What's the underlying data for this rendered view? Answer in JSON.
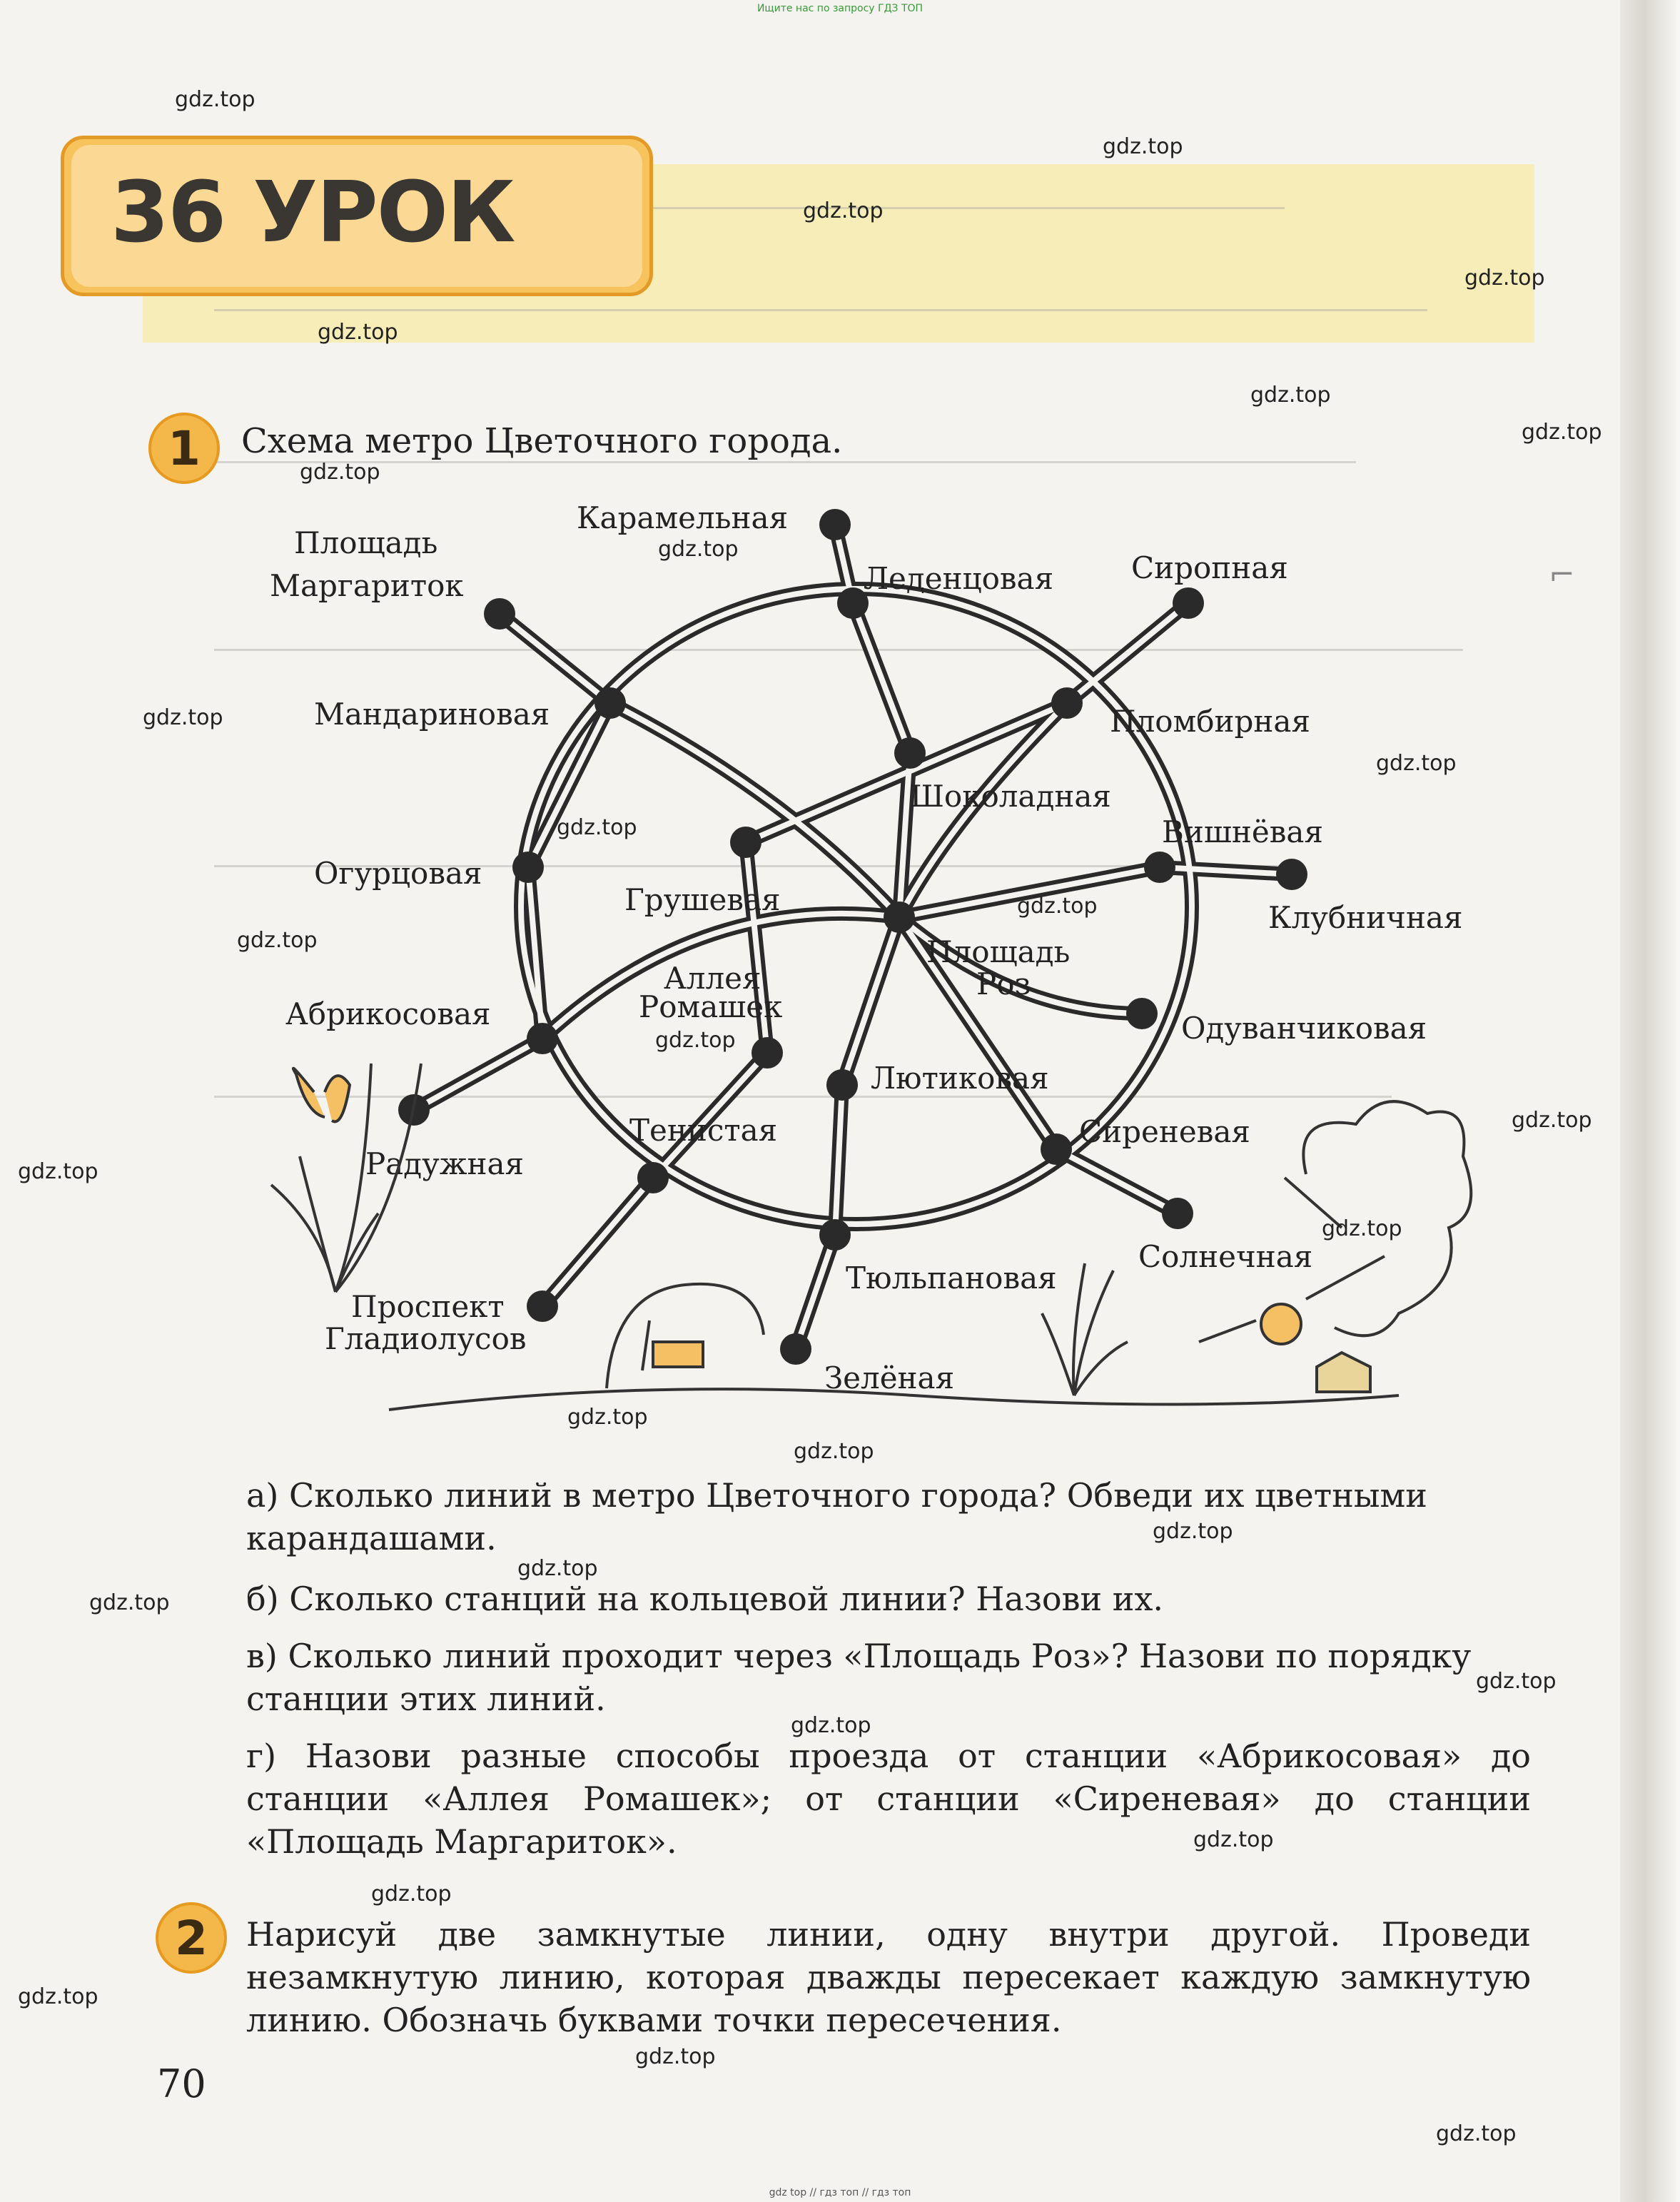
{
  "header": {
    "top_note": "Ищите нас по запросу ГДЗ ТОП",
    "lesson_title": "36 УРОК"
  },
  "task1": {
    "number": "1",
    "title": "Схема метро Цветочного города.",
    "questions": {
      "a": "а) Сколько линий в метро Цветочного города? Обведи их цветными карандашами.",
      "b": "б) Сколько станций на кольцевой линии? Назови их.",
      "c": "в) Сколько линий проходит через «Площадь Роз»? Назови по порядку станции этих линий.",
      "d": "г) Назови разные способы проезда от станции «Абрикосовая» до станции «Аллея Ромашек»; от станции «Сиреневая» до станции «Площадь Маргариток»."
    }
  },
  "task2": {
    "number": "2",
    "text": "Нарисуй две замкнутые линии, одну внутри другой. Проведи незамкнутую линию, которая дважды пересекает каждую замкнутую линию. Обозначь буквами точки пересечения."
  },
  "metro_stations": {
    "karamelnaya": "Карамельная",
    "ploshad_margaritok_1": "Площадь",
    "ploshad_margaritok_2": "Маргариток",
    "ledentsovaya": "Леденцовая",
    "siropnaya": "Сиропная",
    "mandarinovaya": "Мандариновая",
    "plombirnaya": "Пломбирная",
    "shokoladnaya": "Шоколадная",
    "vishnevaya": "Вишнёвая",
    "ogurtsovaya": "Огурцовая",
    "grushevaya": "Грушевая",
    "klubnichnaya": "Клубничная",
    "ploshad_roz_1": "Площадь",
    "ploshad_roz_2": "Роз",
    "alleya_romashek_1": "Аллея",
    "alleya_romashek_2": "Ромашек",
    "abrikosovaya": "Абрикосовая",
    "oduvanchikovaya": "Одуванчиковая",
    "lyutikovaya": "Лютиковая",
    "tenistaya": "Тенистая",
    "sirenevaya": "Сиреневая",
    "raduzhnaya": "Радужная",
    "solnechnaya": "Солнечная",
    "tyulpanovaya": "Тюльпановая",
    "prospekt_gladiolusov_1": "Проспект",
    "prospekt_gladiolusov_2": "Гладиолусов",
    "zelenaya": "Зелёная"
  },
  "page_number": "70",
  "bottom_note": "gdz top // гдз топ // гдз топ",
  "watermark_text": "gdz.top",
  "colors": {
    "tab_fill": "#f7c35d",
    "tab_border": "#e39a26",
    "circle_fill": "#f4b84a"
  }
}
